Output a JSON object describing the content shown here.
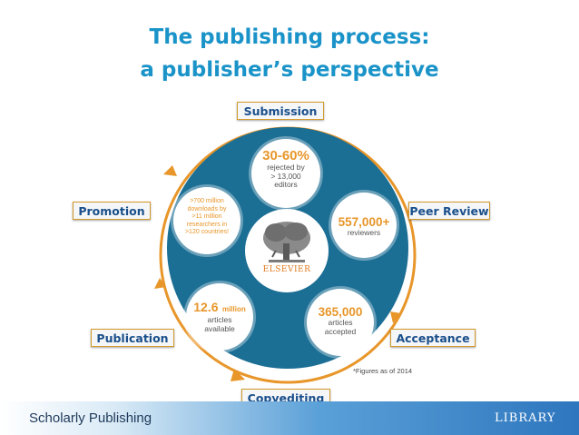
{
  "title": {
    "line1": "The publishing process:",
    "line2": "a publisher’s perspective"
  },
  "stages": {
    "submission": "Submission",
    "peer_review": "Peer Review",
    "acceptance": "Acceptance",
    "copyediting": "Copyediting",
    "publication": "Publication",
    "promotion": "Promotion"
  },
  "stats": {
    "rejected": {
      "value": "30-60%",
      "line1": "rejected by",
      "line2": "> 13,000",
      "line3": "editors"
    },
    "reviewers": {
      "value": "557,000+",
      "line1": "reviewers"
    },
    "accepted": {
      "value": "365,000",
      "line1": "articles",
      "line2": "accepted"
    },
    "available": {
      "value": "12.6",
      "unit": "million",
      "line1": "articles",
      "line2": "available"
    },
    "downloads": {
      "line1": ">700 million",
      "line2": "downloads by",
      "line3": ">11 million",
      "line4": "researchers in",
      "line5": ">120 countries!"
    }
  },
  "center_logo": {
    "name": "ELSEVIER",
    "icon": "elsevier-tree-icon"
  },
  "footnote": "*Figures as of 2014",
  "footer": {
    "label": "Scholarly Publishing",
    "library_text": "LIBRARY",
    "crest_icon": "university-crest-icon"
  },
  "colors": {
    "title": "#1a93c8",
    "circle_fill": "#1b6e94",
    "arrow": "#e8962a",
    "stage_text": "#1a4f8b",
    "stat_number": "#e8962a"
  }
}
